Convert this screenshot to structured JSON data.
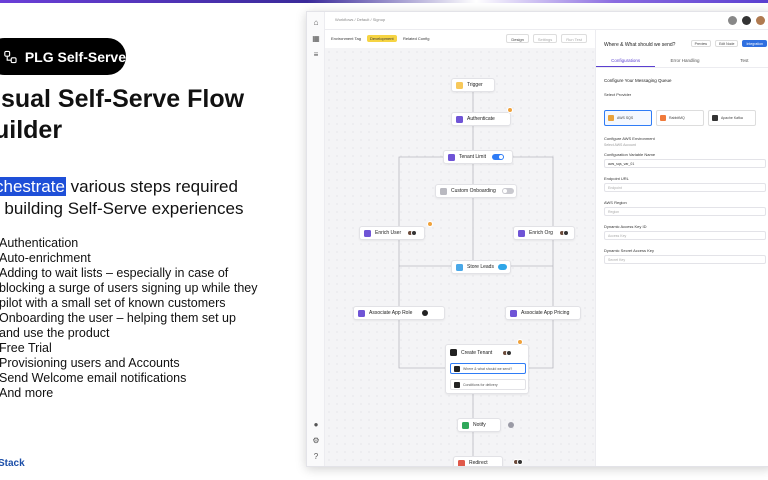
{
  "slide": {
    "badge_label": "PLG Self-Serve",
    "title_lines": [
      "isual Self-Serve Flow",
      "uilder"
    ],
    "subtitle_highlight": "chestrate",
    "subtitle_rest_line1": " various steps required",
    "subtitle_line2": "r building Self-Serve experiences",
    "bullets": [
      "Authentication",
      "Auto-enrichment",
      "Adding to wait lists – especially in case of",
      "blocking a surge of users signing up while they",
      "pilot with a small set of known customers",
      "Onboarding the user – helping them set up",
      "and use the product",
      "Free Trial",
      "Provisioning users and Accounts",
      "Send Welcome email notifications",
      "And more"
    ],
    "brand": "Stack"
  },
  "app": {
    "breadcrumb": "Workflows / Default / Signup",
    "environment_label": "Environment Tag",
    "environment_value": "Development",
    "environment_link": "Related Config",
    "head_buttons": [
      "Design",
      "Settings",
      "Run Test"
    ],
    "nodes": {
      "trigger": "Trigger",
      "authenticate": "Authenticate",
      "tenant_limit": "Tenant Limit",
      "custom_onboarding": "Custom Onboarding",
      "enrich_user": "Enrich User",
      "enrich_org": "Enrich Org",
      "store_leads": "Store Leads",
      "associate_app_role": "Associate App Role",
      "associate_app_pricing": "Associate App Pricing",
      "create_tenant": "Create Tenant",
      "create_tenant_row1": "Where & what should we send?",
      "create_tenant_row2": "Conditions for delivery",
      "notify": "Notify",
      "redirect": "Redirect"
    },
    "panel": {
      "title": "Where & What should we send?",
      "actions": [
        "Preview",
        "Edit Node",
        "Integration"
      ],
      "tabs": [
        "Configurations",
        "Error Handling",
        "Test"
      ],
      "section_title": "Configure Your Messaging Queue",
      "provider_label": "Select Provider",
      "providers": [
        "AWS SQS",
        "RabbitMQ",
        "Apache Kafka"
      ],
      "env_section": "Configure AWS Environment",
      "env_hint": "Select AWS Account",
      "var_label": "Configuration Variable Name",
      "var_value": "aws_sqs_var_01",
      "endpoint_label": "Endpoint URL",
      "endpoint_placeholder": "Endpoint",
      "region_label": "AWS Region",
      "region_placeholder": "Region",
      "access_key_label": "Dynamic Access Key ID",
      "access_key_placeholder": "Access Key",
      "secret_label": "Dynamic Secret Access Key",
      "secret_placeholder": "Secret Key"
    }
  },
  "colors": {
    "accent_purple": "#5a3fd0",
    "toggle_blue": "#2f7cf6",
    "env_yellow": "#f6d443",
    "highlight_blue": "#1e4fd8",
    "brand_blue": "#1b4ea8"
  }
}
